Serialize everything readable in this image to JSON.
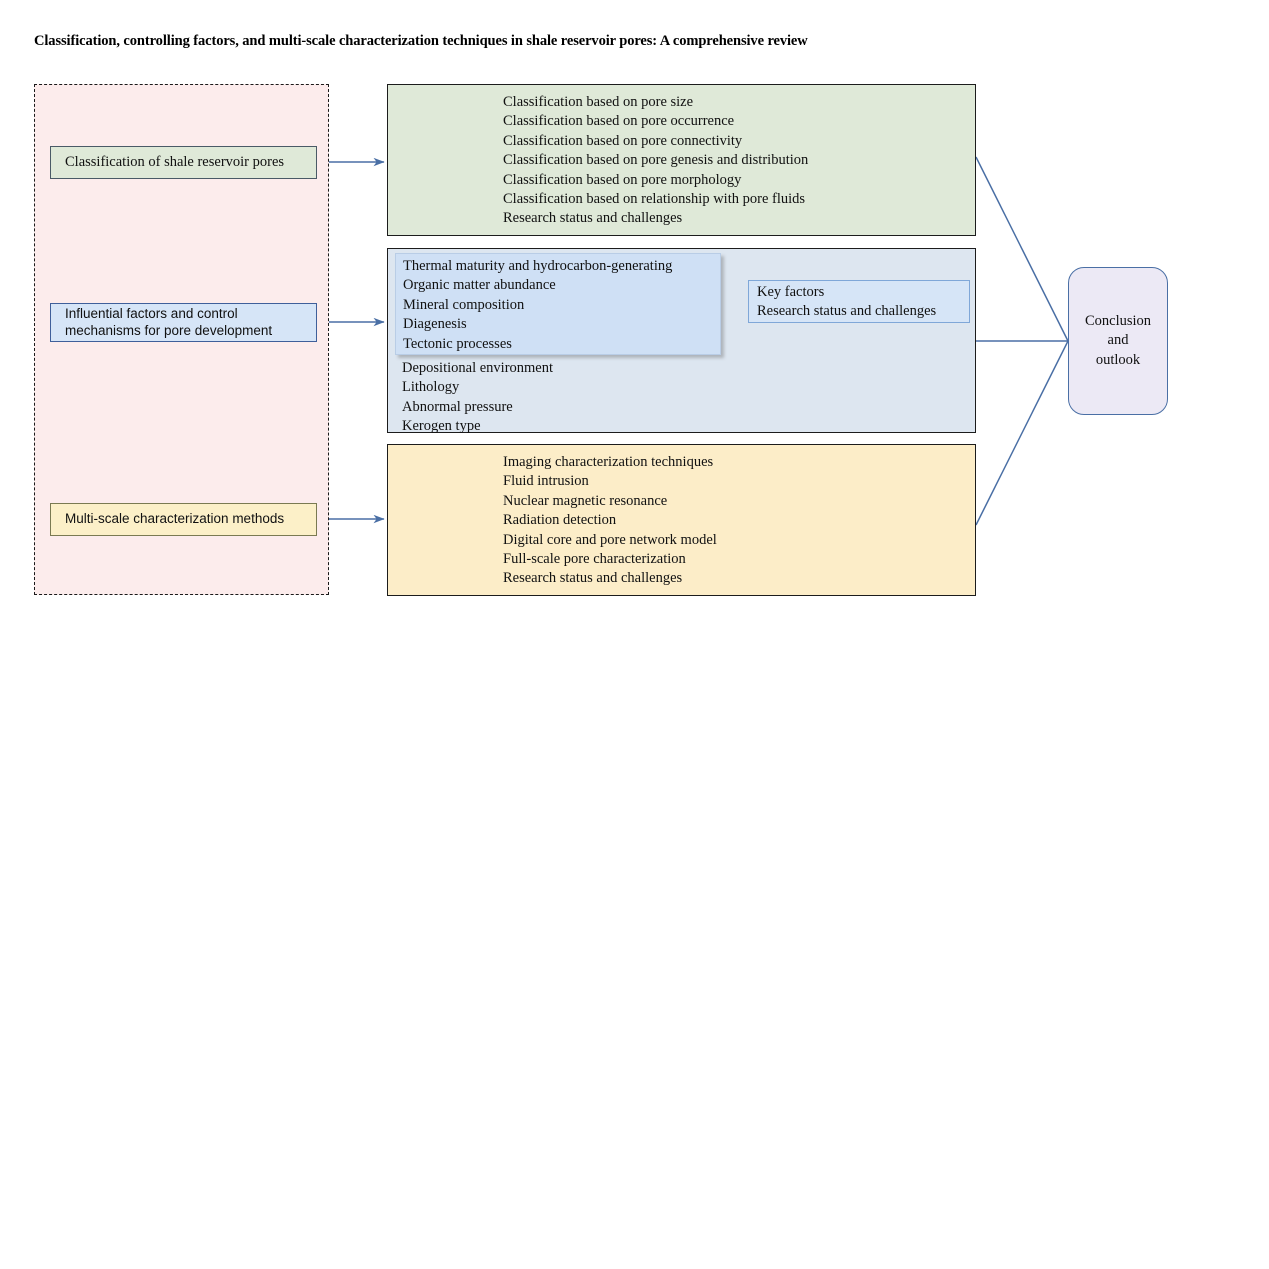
{
  "title": "Classification, controlling factors, and multi-scale characterization techniques in shale reservoir pores: A comprehensive review",
  "colors": {
    "group_fill": "#fcecec",
    "green": "#dfe9d8",
    "blue": "#dde6f0",
    "blue_sub": "#cfe0f5",
    "yellow": "#fcedc8",
    "conclusion": "#ece9f5",
    "arrow": "#4472c4",
    "connector": "#4a6fa5"
  },
  "stages": [
    {
      "label": "Classification of shale reservoir pores"
    },
    {
      "label": "Influential factors and control mechanisms for pore development"
    },
    {
      "label": "Multi-scale characterization methods"
    }
  ],
  "panels": {
    "classification": {
      "items": [
        "Classification based on pore size",
        "Classification based on pore occurrence",
        "Classification based on pore connectivity",
        "Classification based on pore genesis and distribution",
        "Classification based on pore morphology",
        "Classification based on relationship with pore fluids",
        "Research status and challenges"
      ]
    },
    "factors": {
      "primary_items": [
        "Thermal maturity and hydrocarbon-generating",
        "Organic matter abundance",
        "Mineral composition",
        "Diagenesis",
        "Tectonic processes"
      ],
      "secondary_items": [
        "Depositional environment",
        "Lithology",
        "Abnormal pressure",
        "Kerogen type"
      ]
    },
    "methods": {
      "items": [
        "Imaging characterization techniques",
        "Fluid intrusion",
        "Nuclear magnetic resonance",
        "Radiation detection",
        "Digital core and pore network model",
        "Full-scale pore characterization",
        "Research status and challenges"
      ]
    }
  },
  "key_factors_box": {
    "items": [
      "Key factors",
      "Research status and challenges"
    ]
  },
  "conclusion": {
    "lines": [
      "Conclusion",
      "and",
      "outlook"
    ]
  }
}
